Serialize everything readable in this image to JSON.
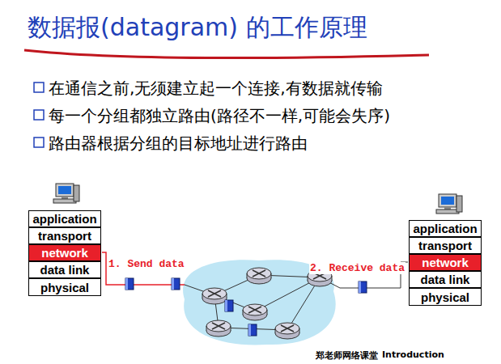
{
  "diagram": {
    "title": "数据报(datagram) 的工作原理",
    "nodes": [
      {
        "text": [
          "application"
        ]
      },
      {
        "text": [
          "transport"
        ]
      },
      {
        "text": [
          "network"
        ]
      },
      {
        "text": [
          "data link"
        ]
      },
      {
        "text": [
          "physical"
        ]
      },
      {
        "text": [
          "application"
        ]
      },
      {
        "text": [
          "transport"
        ]
      },
      {
        "text": [
          "network"
        ]
      },
      {
        "text": [
          "data link"
        ]
      },
      {
        "text": [
          "physical"
        ]
      }
    ],
    "labels": [
      "在通信之前,无须建立起一个连接,有数据就传输",
      "每一个分组都独立路由(路径不一样,可能会失序)",
      "路由器根据分组的目标地址进行路由",
      "1. Send data",
      "2. Receive data",
      "郑老师网络课堂",
      "Introduction"
    ]
  }
}
